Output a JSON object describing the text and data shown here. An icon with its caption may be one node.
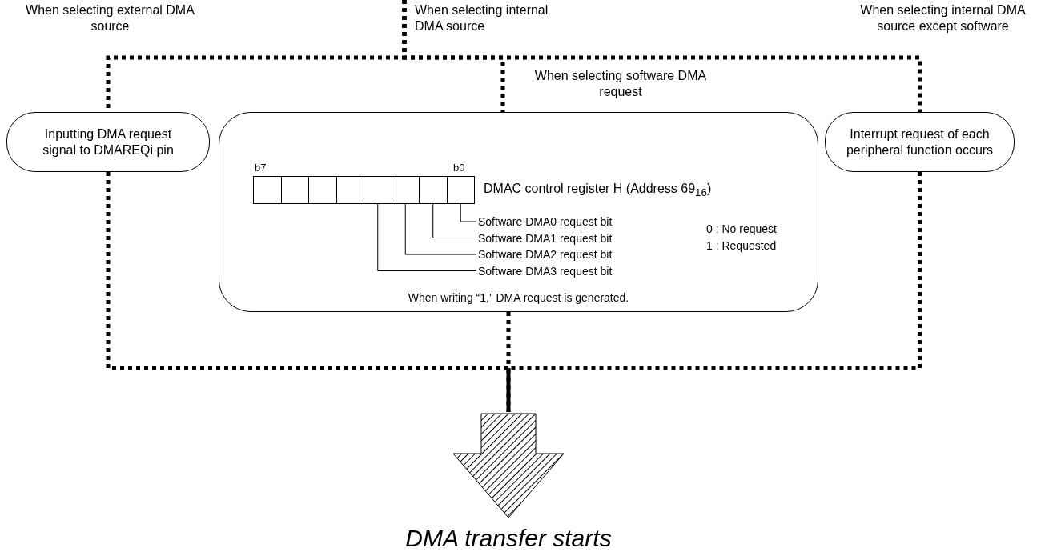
{
  "diagram": {
    "nodes": [
      {
        "text": [
          "Inputting DMA request signal to DMAREQi pin"
        ]
      },
      {
        "text": [
          "When writing “1,” DMA request is generated."
        ]
      },
      {
        "text": [],
        "shape": "box",
        "in": 1
      },
      {
        "text": [],
        "shape": "box",
        "in": 1
      },
      {
        "text": [],
        "shape": "box",
        "in": 1
      },
      {
        "text": [],
        "shape": "box",
        "in": 1
      },
      {
        "text": [],
        "shape": "box",
        "in": 1
      },
      {
        "text": [],
        "shape": "box",
        "in": 1
      },
      {
        "text": [],
        "shape": "box",
        "in": 1
      },
      {
        "text": [],
        "shape": "box",
        "in": 1
      },
      {
        "text": [
          "Software DMA0 request bit"
        ],
        "in": 1
      },
      {
        "text": [
          "Software DMA1 request bit"
        ],
        "in": 1
      },
      {
        "text": [
          "Software DMA2 request bit"
        ],
        "in": 1
      },
      {
        "text": [
          "Software DMA3 request bit"
        ],
        "in": 1
      },
      {
        "text": [
          "Interrupt request of each peripheral function occurs"
        ]
      },
      {
        "text": [
          "DMA transfer starts"
        ]
      }
    ],
    "edges": [
      {
        "from": null,
        "to": 0,
        "arrow": "none",
        "style": "dashed",
        "label": "When selecting external DMA source"
      },
      {
        "from": null,
        "to": 1,
        "arrow": "none",
        "style": "dashed",
        "label": "When selecting software DMA request"
      },
      {
        "from": null,
        "to": 14,
        "arrow": "none",
        "style": "dashed",
        "label": "When selecting internal DMA source except software"
      },
      {
        "from": 0,
        "to": 15,
        "arrow": "none",
        "style": "dashed"
      },
      {
        "from": 1,
        "to": 15,
        "arrow": "none",
        "style": "dashed"
      },
      {
        "from": 14,
        "to": 15,
        "arrow": "none",
        "style": "dashed"
      },
      {
        "from": 10,
        "to": 9,
        "arrow": "none"
      },
      {
        "from": 11,
        "to": 8,
        "arrow": "none"
      },
      {
        "from": 12,
        "to": 7,
        "arrow": "none"
      },
      {
        "from": 13,
        "to": 6,
        "arrow": "none"
      }
    ],
    "labels": [
      "When selecting internal DMA source",
      "b7",
      "b0",
      "DMAC control register H (Address 69$_{16}$)",
      "0 : No request",
      "1 : Requested"
    ]
  }
}
